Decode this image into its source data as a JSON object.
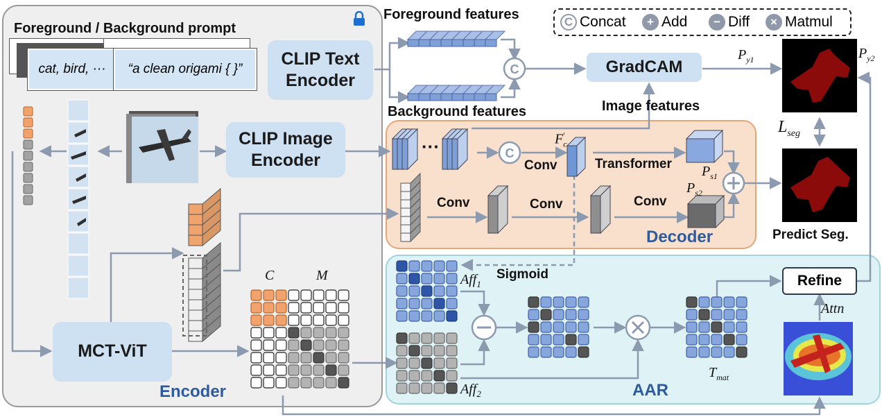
{
  "legend": [
    {
      "symbol": "C",
      "label": "Concat",
      "icon": "concat-icon"
    },
    {
      "symbol": "+",
      "label": "Add",
      "icon": "add-icon"
    },
    {
      "symbol": "−",
      "label": "Diff",
      "icon": "diff-icon"
    },
    {
      "symbol": "×",
      "label": "Matmul",
      "icon": "matmul-icon"
    }
  ],
  "encoder_region": {
    "label": "Encoder",
    "prompt_title": "Foreground / Background prompt",
    "prompt_left": "cat, bird, ···",
    "prompt_right": "“a clean origami { }”",
    "clip_text": "CLIP Text\nEncoder",
    "clip_image": "CLIP Image\nEncoder",
    "mct_vit": "MCT-ViT",
    "matrix_c": "C",
    "matrix_m": "M"
  },
  "features": {
    "foreground": "Foreground features",
    "background": "Background features",
    "image": "Image features"
  },
  "gradcam": "GradCAM",
  "decoder_region": {
    "label": "Decoder",
    "conv1": "Conv",
    "conv2": "Conv",
    "conv3": "Conv",
    "conv4": "Conv",
    "transformer": "Transformer",
    "ellipsis": "···",
    "fc_label": "F",
    "fc_sub": "c",
    "fc_sup": "'",
    "ps1": "P",
    "ps1_sub": "s1",
    "ps2": "P",
    "ps2_sub": "s2"
  },
  "aar_region": {
    "label": "AAR",
    "sigmoid": "Sigmoid",
    "aff1": "Aff",
    "aff1_sub": "1",
    "aff2": "Aff",
    "aff2_sub": "2",
    "tmat": "T",
    "tmat_sub": "mat",
    "attn": "Attn",
    "refine": "Refine"
  },
  "outputs": {
    "py1": "P",
    "py1_sub": "y1",
    "py2": "P",
    "py2_sub": "y2",
    "lseg": "L",
    "lseg_sub": "seg",
    "predict": "Predict Seg."
  },
  "colors": {
    "encoder_bg": "#efefef",
    "decoder_bg": "#f9e0cd",
    "aar_bg": "#dff3f6",
    "block": "#cde1f3",
    "feature_blue": "#7f9fd7",
    "orange": "#f0a36c",
    "arrow": "#8c9ab0",
    "label_blue": "#2e5a9e"
  }
}
